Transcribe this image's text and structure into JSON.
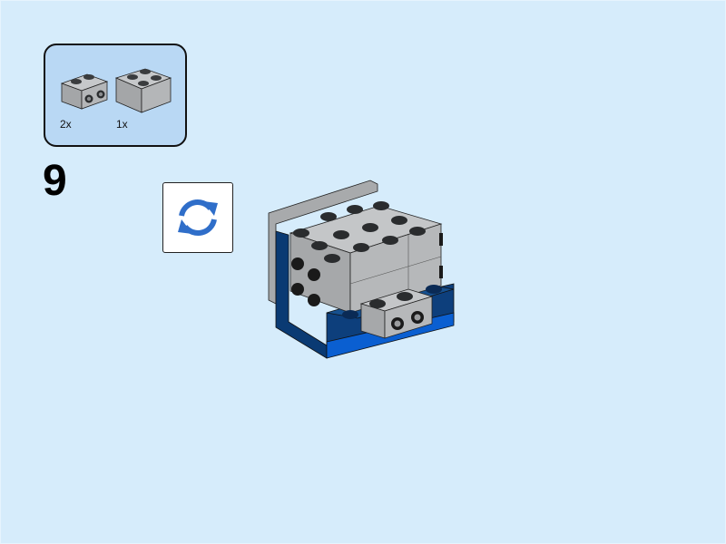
{
  "step": {
    "number": "9"
  },
  "parts_callout": {
    "items": [
      {
        "name": "brick-1x2-with-studs-on-side",
        "qty": "2x",
        "color": "light-bluish-gray"
      },
      {
        "name": "brick-2x2",
        "qty": "1x",
        "color": "light-bluish-gray"
      }
    ]
  },
  "rotate_indicator": {
    "icon": "rotate-arrows-icon",
    "color": "#2f6ec9"
  },
  "model": {
    "description": "Assembled sub-model: gray bricks atop dark blue and blue base"
  },
  "colors": {
    "background": "#d6ecfb",
    "callout_bg": "#b9d8f4",
    "gray": "#b4b6b8",
    "dark_blue": "#0a3a73",
    "blue": "#0a5fd1"
  }
}
